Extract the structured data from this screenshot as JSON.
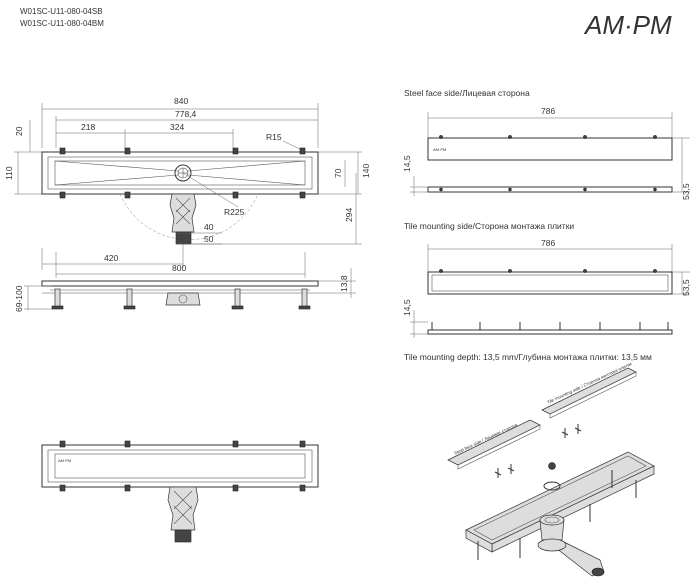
{
  "header": {
    "code_1": "W01SC-U11-080-04SB",
    "code_2": "W01SC-U11-080-04BM",
    "logo": "AM·PM"
  },
  "dimensions": {
    "overall_width": "840",
    "inner_width": "778,4",
    "left_offset": "218",
    "center_offset": "324",
    "corner_radius": "R15",
    "top_margin": "20",
    "body_height": "110",
    "side_height": "70",
    "total_height": "140",
    "outlet_diameter_1": "40",
    "outlet_diameter_2": "50",
    "rotation_radius": "R225",
    "outlet_depth": "294",
    "outlet_position": "420",
    "support_span": "800",
    "frame_height": "13,8",
    "adjust_range": "69-100"
  },
  "steel_view": {
    "title": "Steel face side/Лицевая сторона",
    "length": "786",
    "side_left": "14,5",
    "side_right": "53,5"
  },
  "tile_view": {
    "title": "Tile mounting side/Сторона монтажа плитки",
    "length": "786",
    "side_right": "53,5",
    "side_left": "14,5"
  },
  "tile_depth_note": "Tile mounting depth: 13,5 mm/Глубина монтажа плитки: 13,5 мм",
  "iso_labels": {
    "steel_grate": "Steel face side / Лицевая сторона",
    "tile_grate": "Tile mounting side / Сторона монтажа плитки"
  }
}
